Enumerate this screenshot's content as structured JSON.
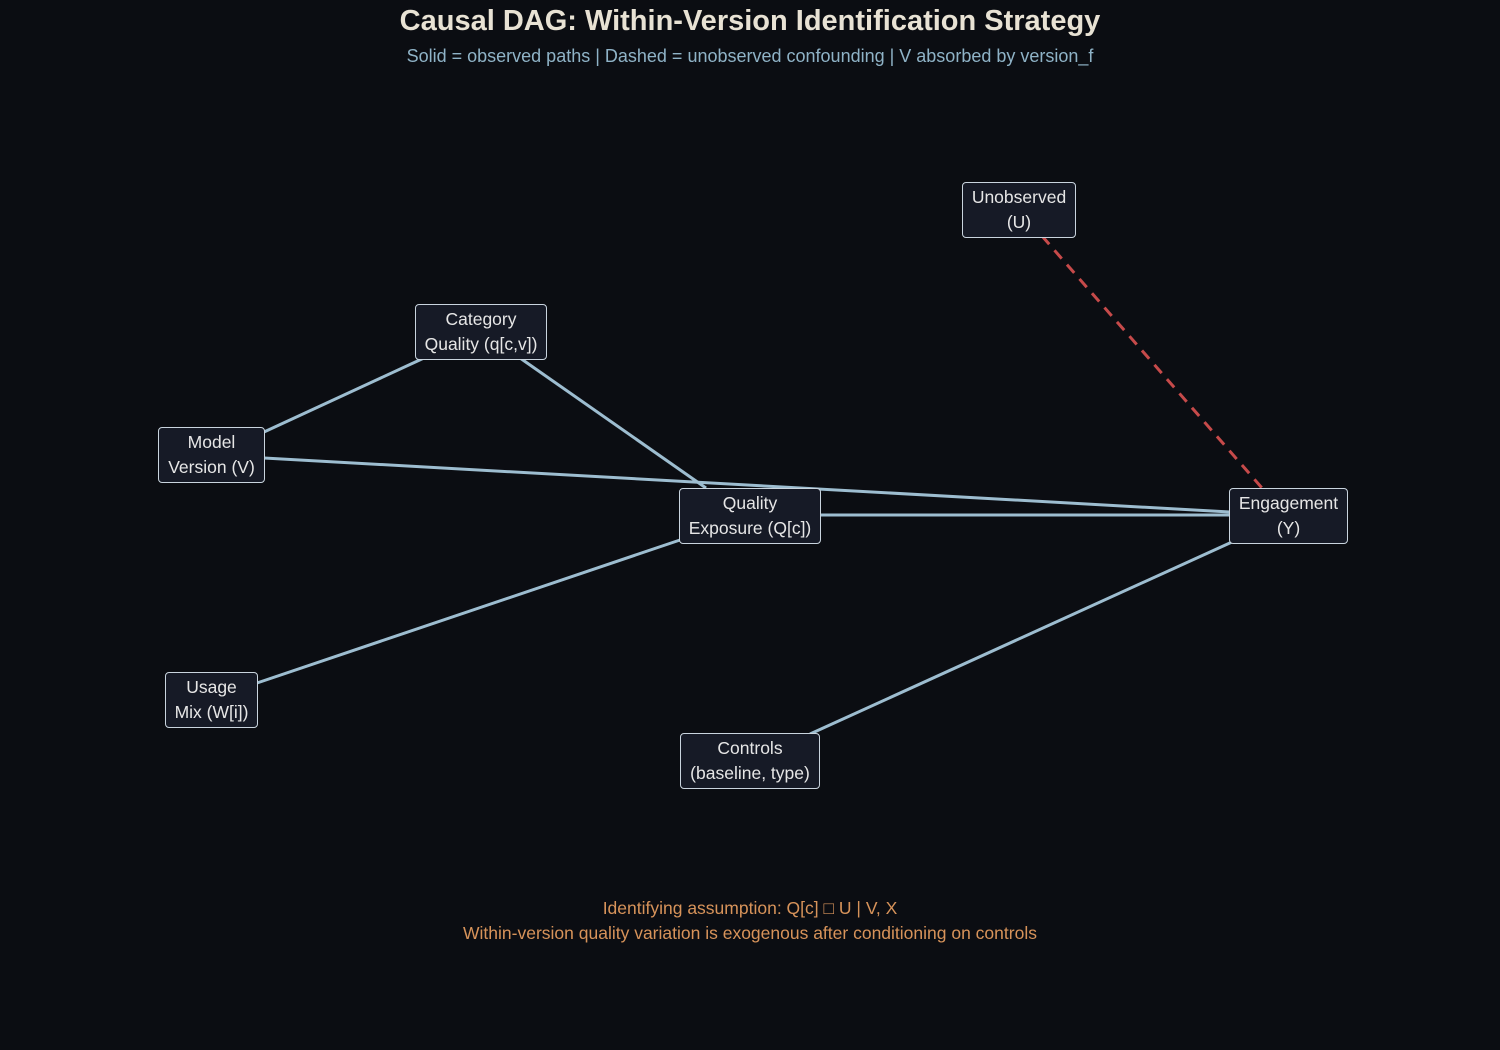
{
  "title": "Causal DAG: Within-Version Identification Strategy",
  "subtitle": "Solid = observed paths | Dashed = unobserved confounding | V absorbed by version_f",
  "nodes": {
    "unobserved": {
      "line1": "Unobserved",
      "line2": "(U)"
    },
    "category_quality": {
      "line1": "Category",
      "line2": "Quality (q[c,v])"
    },
    "model_version": {
      "line1": "Model",
      "line2": "Version (V)"
    },
    "quality_exposure": {
      "line1": "Quality",
      "line2": "Exposure (Q[c])"
    },
    "engagement": {
      "line1": "Engagement",
      "line2": "(Y)"
    },
    "usage_mix": {
      "line1": "Usage",
      "line2": "Mix (W[i])"
    },
    "controls": {
      "line1": "Controls",
      "line2": "(baseline, type)"
    }
  },
  "edges": [
    {
      "from": "model_version",
      "to": "category_quality",
      "style": "solid"
    },
    {
      "from": "category_quality",
      "to": "quality_exposure",
      "style": "solid"
    },
    {
      "from": "model_version",
      "to": "engagement",
      "style": "solid"
    },
    {
      "from": "quality_exposure",
      "to": "engagement",
      "style": "solid"
    },
    {
      "from": "usage_mix",
      "to": "quality_exposure",
      "style": "solid"
    },
    {
      "from": "controls",
      "to": "engagement",
      "style": "solid"
    },
    {
      "from": "unobserved",
      "to": "engagement",
      "style": "dashed"
    }
  ],
  "footnote": {
    "line1": "Identifying assumption: Q[c] □ U | V, X",
    "line2": "Within-version quality variation is exogenous after conditioning on controls"
  },
  "colors": {
    "background": "#0b0d12",
    "node_fill": "#161a26",
    "node_border": "#c9d4de",
    "solid_edge": "#9dbdd0",
    "dashed_edge": "#c64a4a",
    "title": "#e8e2d4",
    "subtitle": "#8fb3c7",
    "footnote": "#d7935a"
  }
}
